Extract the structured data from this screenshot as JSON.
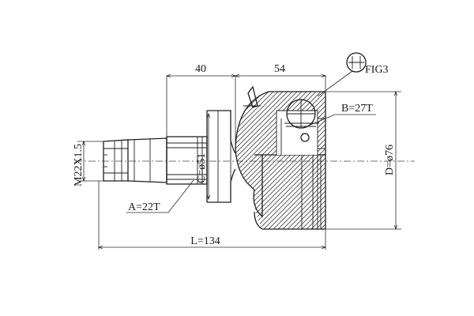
{
  "drawing": {
    "top_dimensions": {
      "left": "40",
      "right": "54"
    },
    "thread_label": "M22X1.5",
    "spline_a": "A=22T",
    "spline_b": "B=27T",
    "shaft_dia": "C=ø51",
    "outer_dia": "D=ø76",
    "total_length": "L=134",
    "fig_label": "FIG3"
  }
}
